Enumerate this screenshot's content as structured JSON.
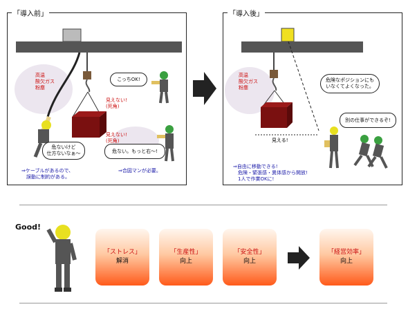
{
  "before": {
    "label": "「導入前」",
    "hazard_text": "高温\n酸欠ガス\n粉塵",
    "warn_text_1": "見えない!\n(死角)",
    "warn_text_2": "見えない!\n(死角)",
    "bubble_left": "危ないけど\n仕方ないなぁ～",
    "bubble_right_top": "こっちOK!",
    "bubble_right_bottom": "危ない。もっと右～!",
    "note_left": "⇒ケーブルがあるので、\n　誤動に制約がある。",
    "note_right": "⇒合図マンが必要。"
  },
  "after": {
    "label": "「導入後」",
    "hazard_text": "高温\n酸欠ガス\n粉塵",
    "visible_text": "見える!",
    "bubble_top": "危険なポジションにも\nいなくてよくなった。",
    "bubble_right": "別の仕事ができるぞ!",
    "note": "⇒自由に移動できる!\n　危険・緊張感・異体感から開放!\n　1人で作業OKに!"
  },
  "summary": {
    "good_label": "Good!",
    "benefits": [
      {
        "key": "「ストレス」",
        "result": "解消"
      },
      {
        "key": "「生産性」",
        "result": "向上"
      },
      {
        "key": "「安全性」",
        "result": "向上"
      },
      {
        "key": "「経営効率」",
        "result": "向上"
      }
    ]
  },
  "colors": {
    "beam": "#555555",
    "load": "#7a1010",
    "worker": "#555555",
    "helmet": "#e8e020",
    "hazard_cloud": "#ece6ef",
    "arrow": "#222222",
    "accent_red": "#cc1111",
    "note_blue": "#1a1aa8"
  }
}
